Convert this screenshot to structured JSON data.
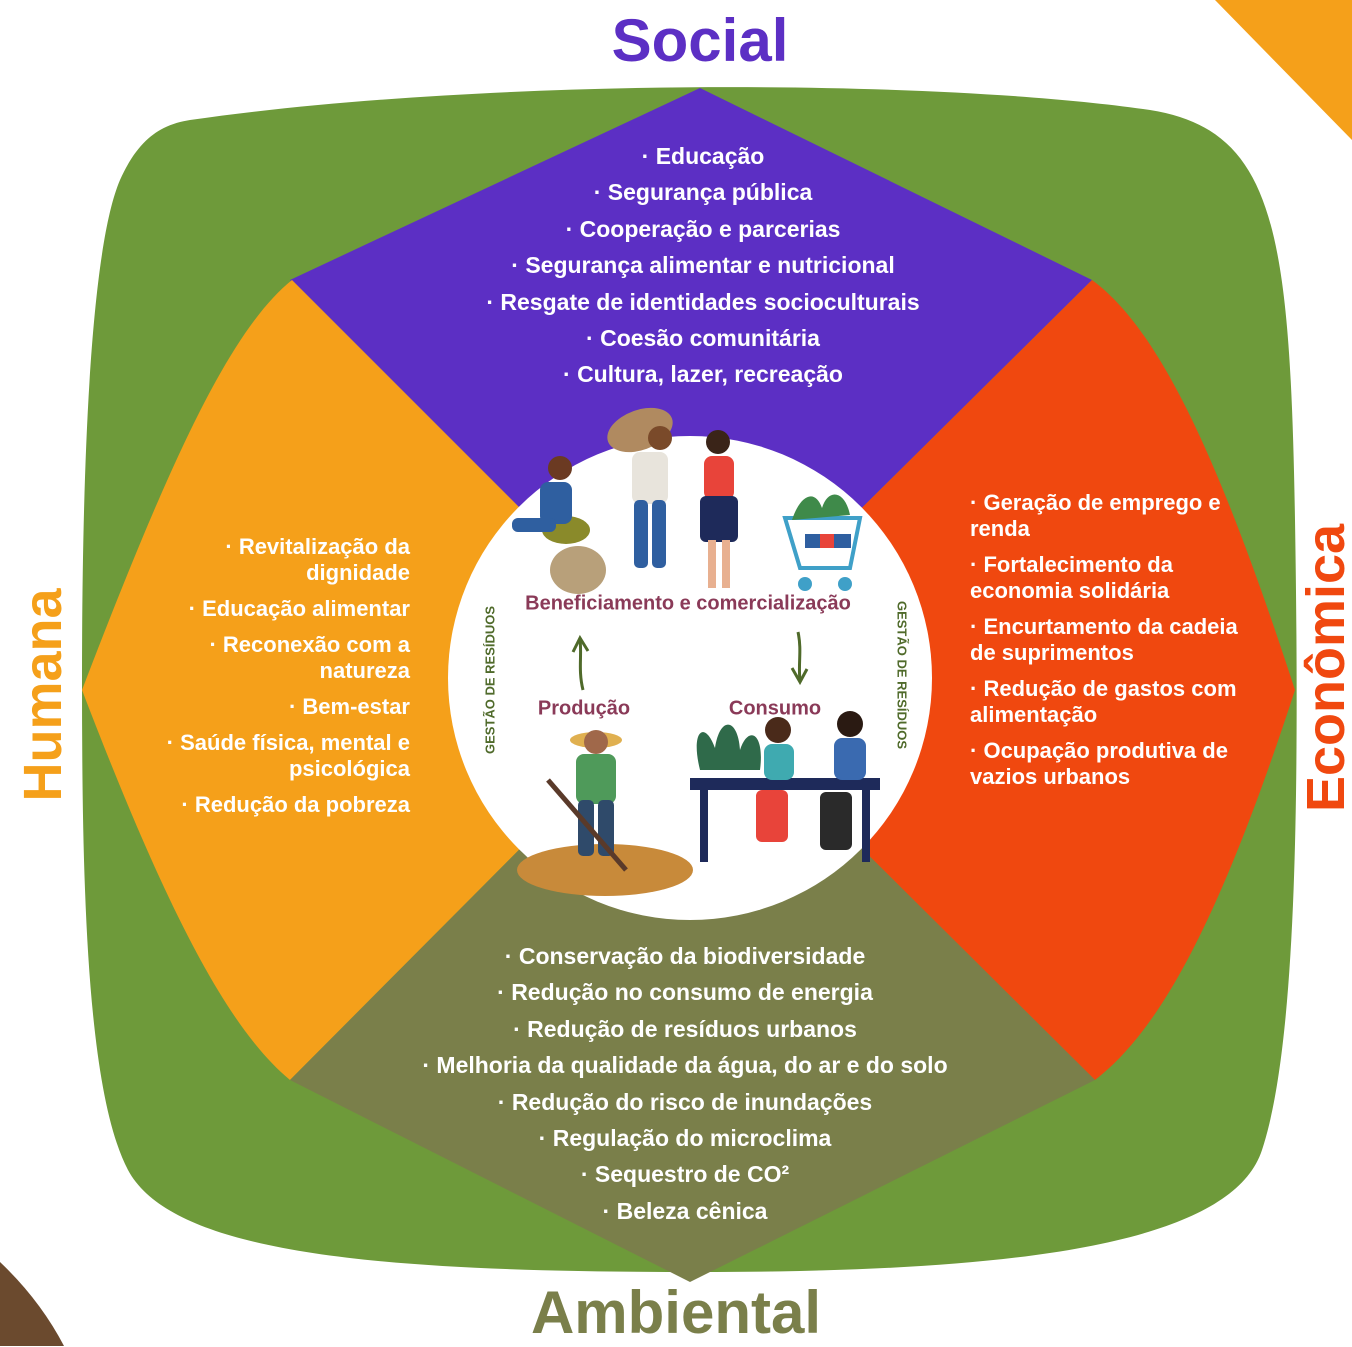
{
  "colors": {
    "social": "#5c2fc4",
    "humana": "#f5a01a",
    "economica": "#f0480f",
    "ambiental": "#7a7f4a",
    "outer_green": "#6e9a3a",
    "corner_accent": "#f5a01a",
    "center_label": "#8a3a58",
    "center_side_label": "#4f6a2a"
  },
  "titles": {
    "social": "Social",
    "humana": "Humana",
    "economica": "Econômica",
    "ambiental": "Ambiental"
  },
  "social_items": [
    "Educação",
    "Segurança pública",
    "Cooperação e parcerias",
    "Segurança alimentar e nutricional",
    "Resgate de identidades socioculturais",
    "Coesão comunitária",
    "Cultura, lazer, recreação"
  ],
  "humana_items": [
    "Revitalização da dignidade",
    "Educação alimentar",
    "Reconexão com a natureza",
    "Bem-estar",
    "Saúde física, mental e psicológica",
    "Redução da pobreza"
  ],
  "economica_items": [
    "Geração de emprego e renda",
    "Fortalecimento da economia solidária",
    "Encurtamento da cadeia de suprimentos",
    "Redução de gastos com alimentação",
    "Ocupação produtiva de vazios urbanos"
  ],
  "ambiental_items": [
    "Conservação da biodiversidade",
    "Redução no consumo de energia",
    "Redução de resíduos urbanos",
    "Melhoria da qualidade da água, do ar e do solo",
    "Redução do risco de inundações",
    "Regulação do microclima",
    "Sequestro de CO²",
    "Beleza cênica"
  ],
  "center": {
    "beneficiamento": "Beneficiamento e comercialização",
    "producao": "Produção",
    "consumo": "Consumo",
    "gestao_left": "GESTÃO DE RESÍDUOS",
    "gestao_right": "GESTÃO DE RESÍDUOS"
  },
  "icons": {
    "arrow_up": "arrow-up-icon",
    "arrow_down": "arrow-down-icon",
    "workers": "workers-illustration",
    "farmer": "farmer-illustration",
    "diners": "diners-illustration",
    "cart": "shopping-cart-illustration"
  }
}
